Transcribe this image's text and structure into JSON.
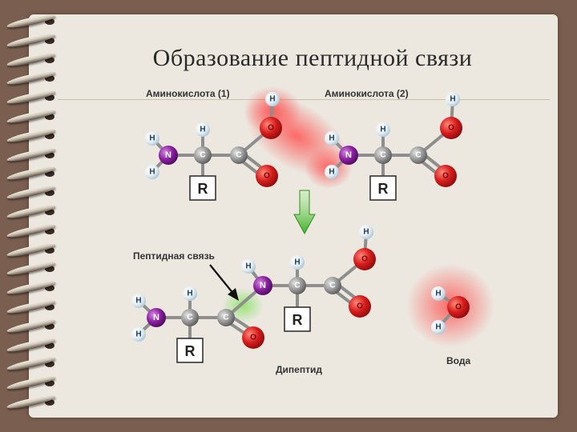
{
  "title": "Образование пептидной связи",
  "labels": {
    "amino_acid_1": "Аминокислота (1)",
    "amino_acid_2": "Аминокислота (2)",
    "peptide_bond": "Пептидная связь",
    "dipeptide": "Дипептид",
    "water": "Вода"
  },
  "atoms": {
    "H": "H",
    "N": "N",
    "C": "C",
    "O": "O",
    "R": "R"
  },
  "colors": {
    "background": "#7a5f50",
    "paper": "#ece8e0",
    "nitrogen": "#8a1fa0",
    "carbon": "#8c8c8c",
    "oxygen": "#d61c1c",
    "hydrogen": "#e9f2f8",
    "arrow": "#3fb02a",
    "highlight_red": "#ff4f4f",
    "highlight_green": "#8fe36a"
  }
}
